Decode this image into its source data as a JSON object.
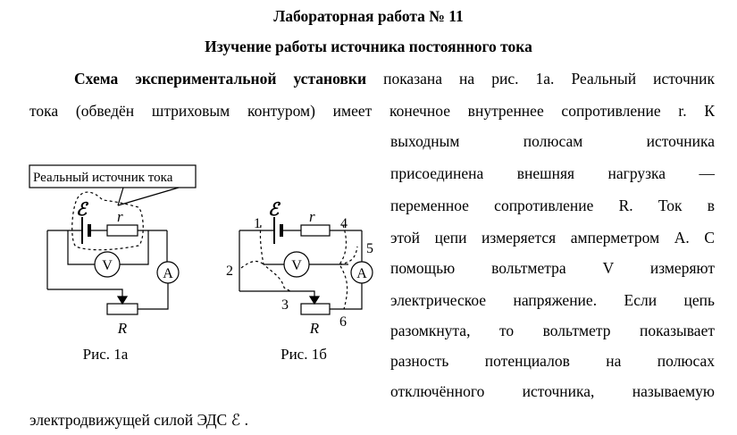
{
  "title": "Лабораторная работа № 11",
  "subtitle": "Изучение работы источника постоянного тока",
  "paragraph": {
    "line1_bold": "Схема экспериментальной установки",
    "line1_rest": "показана на рис. 1а. Реальный источник",
    "line2": "тока  (обведён штриховым контуром)  имеет конечное внутреннее сопротивление r. К",
    "right_lines": [
      "выходным полюсам источника",
      "присоединена внешняя нагрузка —",
      "переменное сопротивление R.  Ток в",
      "этой цепи измеряется амперметром A. С",
      "помощью вольтметра V измеряют",
      "электрическое напряжение.  Если цепь",
      "разомкнута, то вольтметр показывает",
      "разность потенциалов на полюсах",
      "отключённого источника, называемую"
    ],
    "last_line": "электродвижущей силой ЭДС ℰ ."
  },
  "figures": {
    "fig1a": {
      "callout": "Реальный источник тока",
      "emf": "ℰ",
      "r": "r",
      "voltmeter": "V",
      "ammeter": "A",
      "load": "R",
      "caption": "Рис. 1а"
    },
    "fig1b": {
      "emf": "ℰ",
      "r": "r",
      "voltmeter": "V",
      "ammeter": "A",
      "load": "R",
      "points": [
        "1",
        "2",
        "3",
        "4",
        "5",
        "6"
      ],
      "caption": "Рис. 1б"
    }
  }
}
